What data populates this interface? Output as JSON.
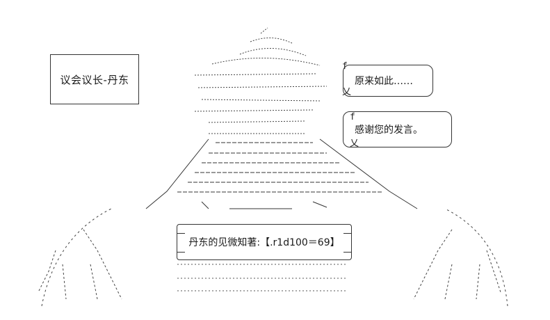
{
  "speaker_label": "议会议长-丹东",
  "speech": [
    "原来如此……",
    "感谢您的发言。"
  ],
  "caption": "丹东的见微知著:【.r1d100＝69】",
  "colors": {
    "ink": "#1a1a1a",
    "background": "#ffffff"
  }
}
